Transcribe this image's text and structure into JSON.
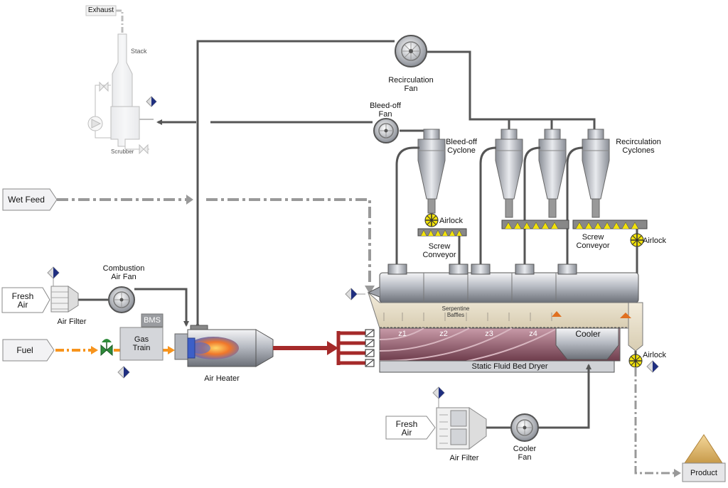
{
  "labels": {
    "exhaust": "Exhaust",
    "stack": "Stack",
    "scrubber": "Scrubber",
    "recirculation_fan": [
      "Recirculation",
      "Fan"
    ],
    "bleed_off_fan": [
      "Bleed-off",
      "Fan"
    ],
    "bleed_off_cyclone": [
      "Bleed-off",
      "Cyclone"
    ],
    "recirculation_cyclones": [
      "Recirculation",
      "Cyclones"
    ],
    "wet_feed": "Wet Feed",
    "airlock": "Airlock",
    "screw_conveyor": [
      "Screw",
      "Conveyor"
    ],
    "combustion_air_fan": [
      "Combustion",
      "Air Fan"
    ],
    "fresh_air": [
      "Fresh",
      "Air"
    ],
    "air_filter": "Air Filter",
    "bms": "BMS",
    "gas_train": [
      "Gas",
      "Train"
    ],
    "fuel": "Fuel",
    "air_heater": "Air Heater",
    "serpentine_baffles": [
      "Serpentine",
      "Baffles"
    ],
    "zones": [
      "z1",
      "z2",
      "z3",
      "z4"
    ],
    "cooler": "Cooler",
    "dryer": "Static Fluid Bed Dryer",
    "cooler_fan": [
      "Cooler",
      "Fan"
    ],
    "product": "Product"
  },
  "colors": {
    "pipe": "#555555",
    "hot_air": "#a52a2a",
    "fuel_line": "#f7941d",
    "instrument_blue": "#1f2f80",
    "valve_green": "#2e8b3a",
    "airlock_yellow": "#f2e20a"
  }
}
